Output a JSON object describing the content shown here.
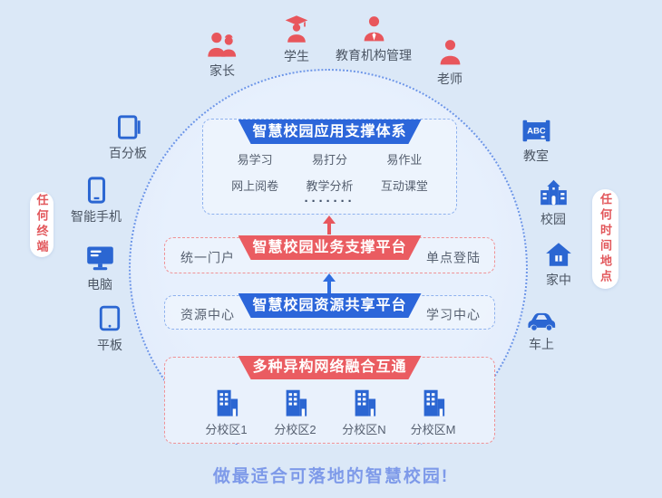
{
  "colors": {
    "accent_blue": "#2c66da",
    "accent_red": "#ea5c61",
    "background": "#dbe8f7",
    "circle_fill": "#e7f0fd",
    "text_gray": "#566070",
    "slogan_blue": "#7e9ae9"
  },
  "top_users": [
    {
      "label": "家长"
    },
    {
      "label": "学生"
    },
    {
      "label": "教育机构管理"
    },
    {
      "label": "老师"
    }
  ],
  "left_devices": [
    {
      "label": "百分板"
    },
    {
      "label": "智能手机"
    },
    {
      "label": "电脑"
    },
    {
      "label": "平板"
    }
  ],
  "right_places": [
    {
      "label": "教室"
    },
    {
      "label": "校园"
    },
    {
      "label": "家中"
    },
    {
      "label": "车上"
    }
  ],
  "pills": {
    "left": "任何终端",
    "right": "任何时间地点"
  },
  "app_box": {
    "banner": "智慧校园应用支撑体系",
    "items": [
      "易学习",
      "易打分",
      "易作业",
      "网上阅卷",
      "教学分析",
      "互动课堂"
    ],
    "dots": "·······"
  },
  "business_box": {
    "banner": "智慧校园业务支撑平台",
    "left": "统一门户",
    "right": "单点登陆"
  },
  "resource_box": {
    "banner": "智慧校园资源共享平台",
    "left": "资源中心",
    "right": "学习中心"
  },
  "network_box": {
    "banner": "多种异构网络融合互通",
    "campuses": [
      "分校区1",
      "分校区2",
      "分校区N",
      "分校区M"
    ]
  },
  "slogan": "做最适合可落地的智慧校园!"
}
